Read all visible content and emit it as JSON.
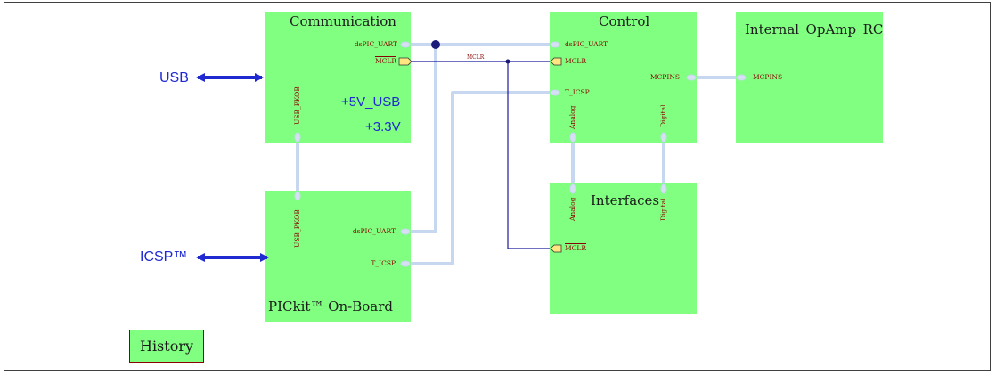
{
  "colors": {
    "block_fill": "#80ff80",
    "port_text": "#8b0000",
    "external_arrow": "#1f2ad0",
    "bus": "#c7d7f0",
    "wire": "#1a1a9a"
  },
  "blocks": {
    "communication": {
      "title": "Communication",
      "ports": {
        "uart": "dsPIC_UART",
        "mclr": "MCLR",
        "pkob": "USB_PKOB"
      },
      "labels": {
        "v5": "+5V_USB",
        "v33": "+3.3V"
      }
    },
    "control": {
      "title": "Control",
      "ports": {
        "uart": "dsPIC_UART",
        "mclr": "MCLR",
        "icsp": "T_ICSP",
        "mcpins": "MCPINS",
        "analog": "Analog",
        "digital": "Digital"
      }
    },
    "opamp": {
      "title": "Internal_OpAmp_RC",
      "ports": {
        "mcpins": "MCPINS"
      }
    },
    "pickit": {
      "title": "PICkit™ On-Board",
      "ports": {
        "pkob": "USB_PKOB",
        "uart": "dsPIC_UART",
        "icsp": "T_ICSP"
      }
    },
    "interfaces": {
      "title": "Interfaces",
      "ports": {
        "analog": "Analog",
        "digital": "Digital",
        "mclr": "MCLR"
      }
    }
  },
  "external": {
    "usb": "USB",
    "icsp": "ICSP™"
  },
  "net_label": "MCLR",
  "history_label": "History"
}
